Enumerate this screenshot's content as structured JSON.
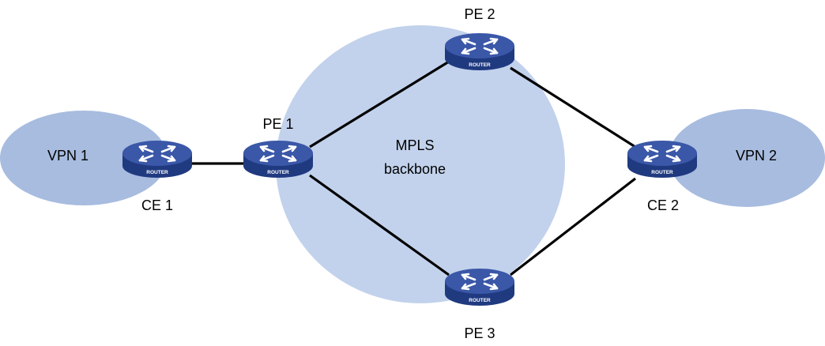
{
  "colors": {
    "vpn_cloud": "#a7bcdf",
    "backbone_cloud": "#c2d2ec",
    "router_top": "#3a57a8",
    "router_side": "#203a80",
    "router_arrows": "#ffffff",
    "link": "#000000"
  },
  "clouds": {
    "vpn1": {
      "label": "VPN 1"
    },
    "vpn2": {
      "label": "VPN 2"
    },
    "backbone": {
      "line1": "MPLS",
      "line2": "backbone"
    }
  },
  "routers": {
    "ce1": {
      "label": "CE 1",
      "badge": "ROUTER",
      "icon": "router-icon"
    },
    "pe1": {
      "label": "PE 1",
      "badge": "ROUTER",
      "icon": "router-icon"
    },
    "pe2": {
      "label": "PE 2",
      "badge": "ROUTER",
      "icon": "router-icon"
    },
    "pe3": {
      "label": "PE 3",
      "badge": "ROUTER",
      "icon": "router-icon"
    },
    "ce2": {
      "label": "CE 2",
      "badge": "ROUTER",
      "icon": "router-icon"
    }
  },
  "links": [
    [
      "ce1",
      "pe1"
    ],
    [
      "pe1",
      "pe2"
    ],
    [
      "pe1",
      "pe3"
    ],
    [
      "pe2",
      "ce2"
    ],
    [
      "pe3",
      "ce2"
    ]
  ]
}
